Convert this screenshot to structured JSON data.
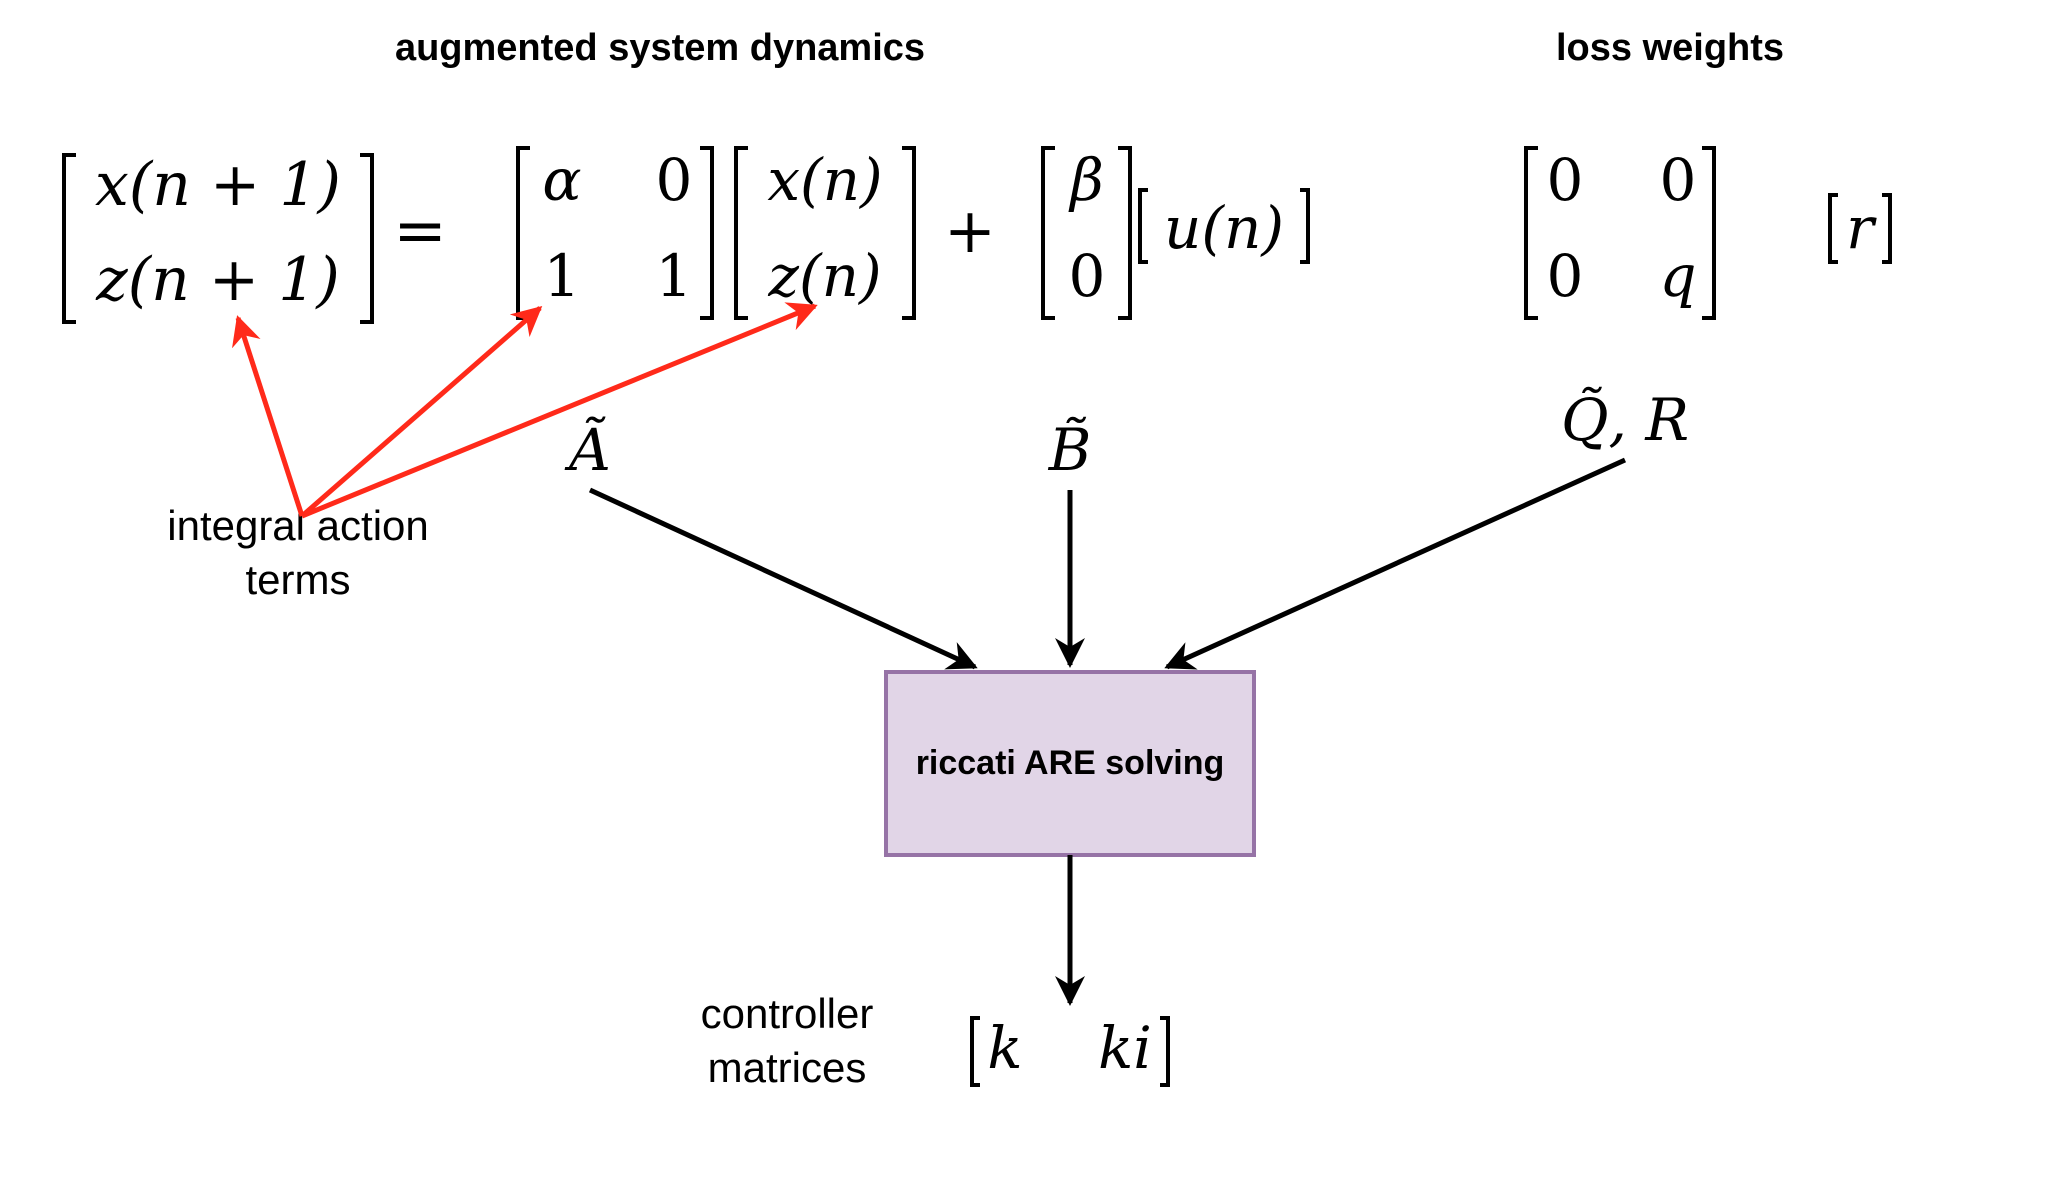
{
  "headings": {
    "dynamics": "augmented system dynamics",
    "loss": "loss weights"
  },
  "equation": {
    "lhs": [
      "x(n + 1)",
      "z(n + 1)"
    ],
    "equals": "=",
    "A": [
      [
        "α",
        "0"
      ],
      [
        "1",
        "1"
      ]
    ],
    "state": [
      "x(n)",
      "z(n)"
    ],
    "plus": "+",
    "B": [
      "β",
      "0"
    ],
    "input": "u(n)"
  },
  "loss_weights": {
    "Q": [
      [
        "0",
        "0"
      ],
      [
        "0",
        "q"
      ]
    ],
    "R": "r"
  },
  "inputs": {
    "a_tilde": "Ã",
    "b_tilde": "B̃",
    "q_r": "Q̃, R"
  },
  "annotation": {
    "line1": "integral action",
    "line2": "terms"
  },
  "process": {
    "label": "riccati ARE solving"
  },
  "output": {
    "label_line1": "controller",
    "label_line2": "matrices",
    "k": "k",
    "ki": "ki"
  },
  "colors": {
    "arrow": "#000000",
    "annotation_arrow": "#ff2a1a",
    "box_fill": "#e1d5e7",
    "box_stroke": "#9673a6"
  }
}
